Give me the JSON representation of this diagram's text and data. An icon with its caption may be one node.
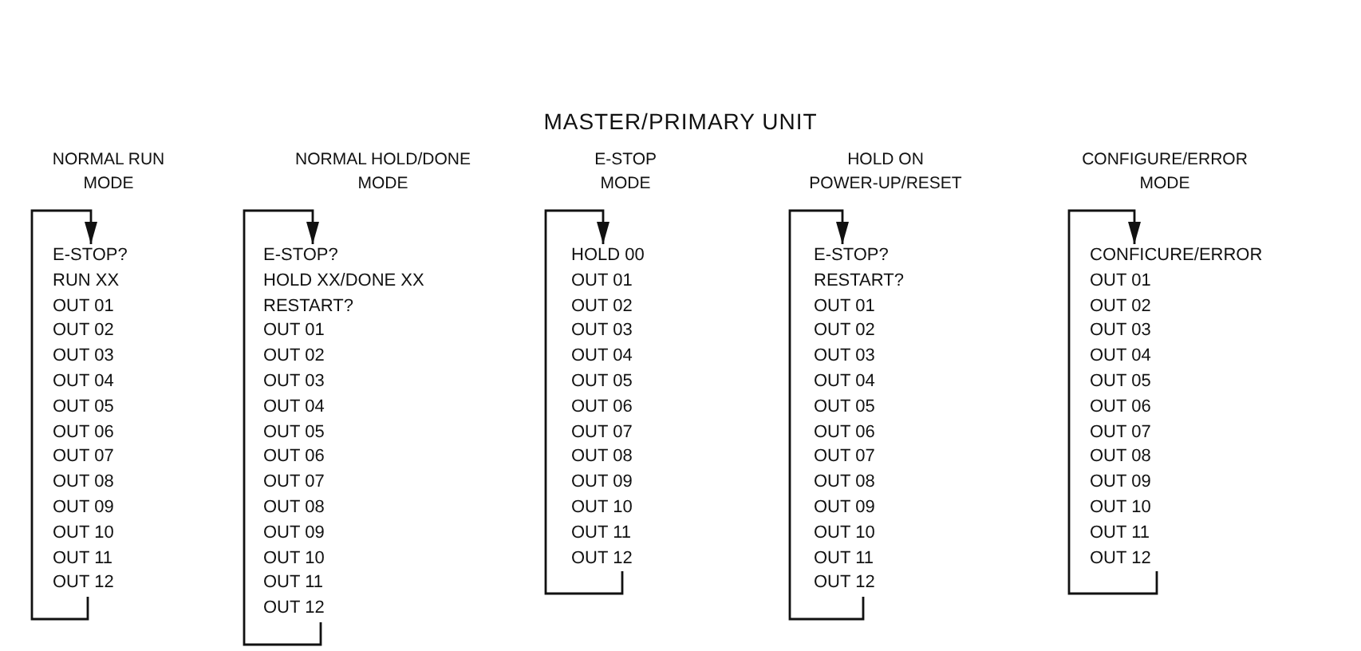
{
  "diagram": {
    "title": "MASTER/PRIMARY UNIT",
    "nodes": [
      {
        "text": [
          "E-STOP?",
          "RUN XX",
          "OUT 01",
          "OUT 02",
          "OUT 03",
          "OUT 04",
          "OUT 05",
          "OUT 06",
          "OUT 07",
          "OUT 08",
          "OUT 09",
          "OUT 10",
          "OUT 11",
          "OUT 12"
        ],
        "beside": [
          "NORMAL RUN MODE"
        ]
      },
      {
        "text": [
          "E-STOP?",
          "HOLD XX/DONE XX",
          "RESTART?",
          "OUT 01",
          "OUT 02",
          "OUT 03",
          "OUT 04",
          "OUT 05",
          "OUT 06",
          "OUT 07",
          "OUT 08",
          "OUT 09",
          "OUT 10",
          "OUT 11",
          "OUT 12"
        ],
        "beside": [
          "NORMAL HOLD/DONE MODE"
        ]
      },
      {
        "text": [
          "HOLD 00",
          "OUT 01",
          "OUT 02",
          "OUT 03",
          "OUT 04",
          "OUT 05",
          "OUT 06",
          "OUT 07",
          "OUT 08",
          "OUT 09",
          "OUT 10",
          "OUT 11",
          "OUT 12"
        ],
        "beside": [
          "E-STOP MODE"
        ]
      },
      {
        "text": [
          "E-STOP?",
          "RESTART?",
          "OUT 01",
          "OUT 02",
          "OUT 03",
          "OUT 04",
          "OUT 05",
          "OUT 06",
          "OUT 07",
          "OUT 08",
          "OUT 09",
          "OUT 10",
          "OUT 11",
          "OUT 12"
        ],
        "beside": [
          "HOLD ON POWER-UP/RESET"
        ]
      },
      {
        "text": [
          "CONFICURE/ERROR",
          "OUT 01",
          "OUT 02",
          "OUT 03",
          "OUT 04",
          "OUT 05",
          "OUT 06",
          "OUT 07",
          "OUT 08",
          "OUT 09",
          "OUT 10",
          "OUT 11",
          "OUT 12"
        ],
        "beside": [
          "CONFIGURE/ERROR MODE"
        ]
      }
    ],
    "edges": [
      {
        "from": 0,
        "to": 0,
        "arrow": "to"
      },
      {
        "from": 1,
        "to": 1,
        "arrow": "to"
      },
      {
        "from": 2,
        "to": 2,
        "arrow": "to"
      },
      {
        "from": 3,
        "to": 3,
        "arrow": "to"
      },
      {
        "from": 4,
        "to": 4,
        "arrow": "to"
      }
    ]
  }
}
